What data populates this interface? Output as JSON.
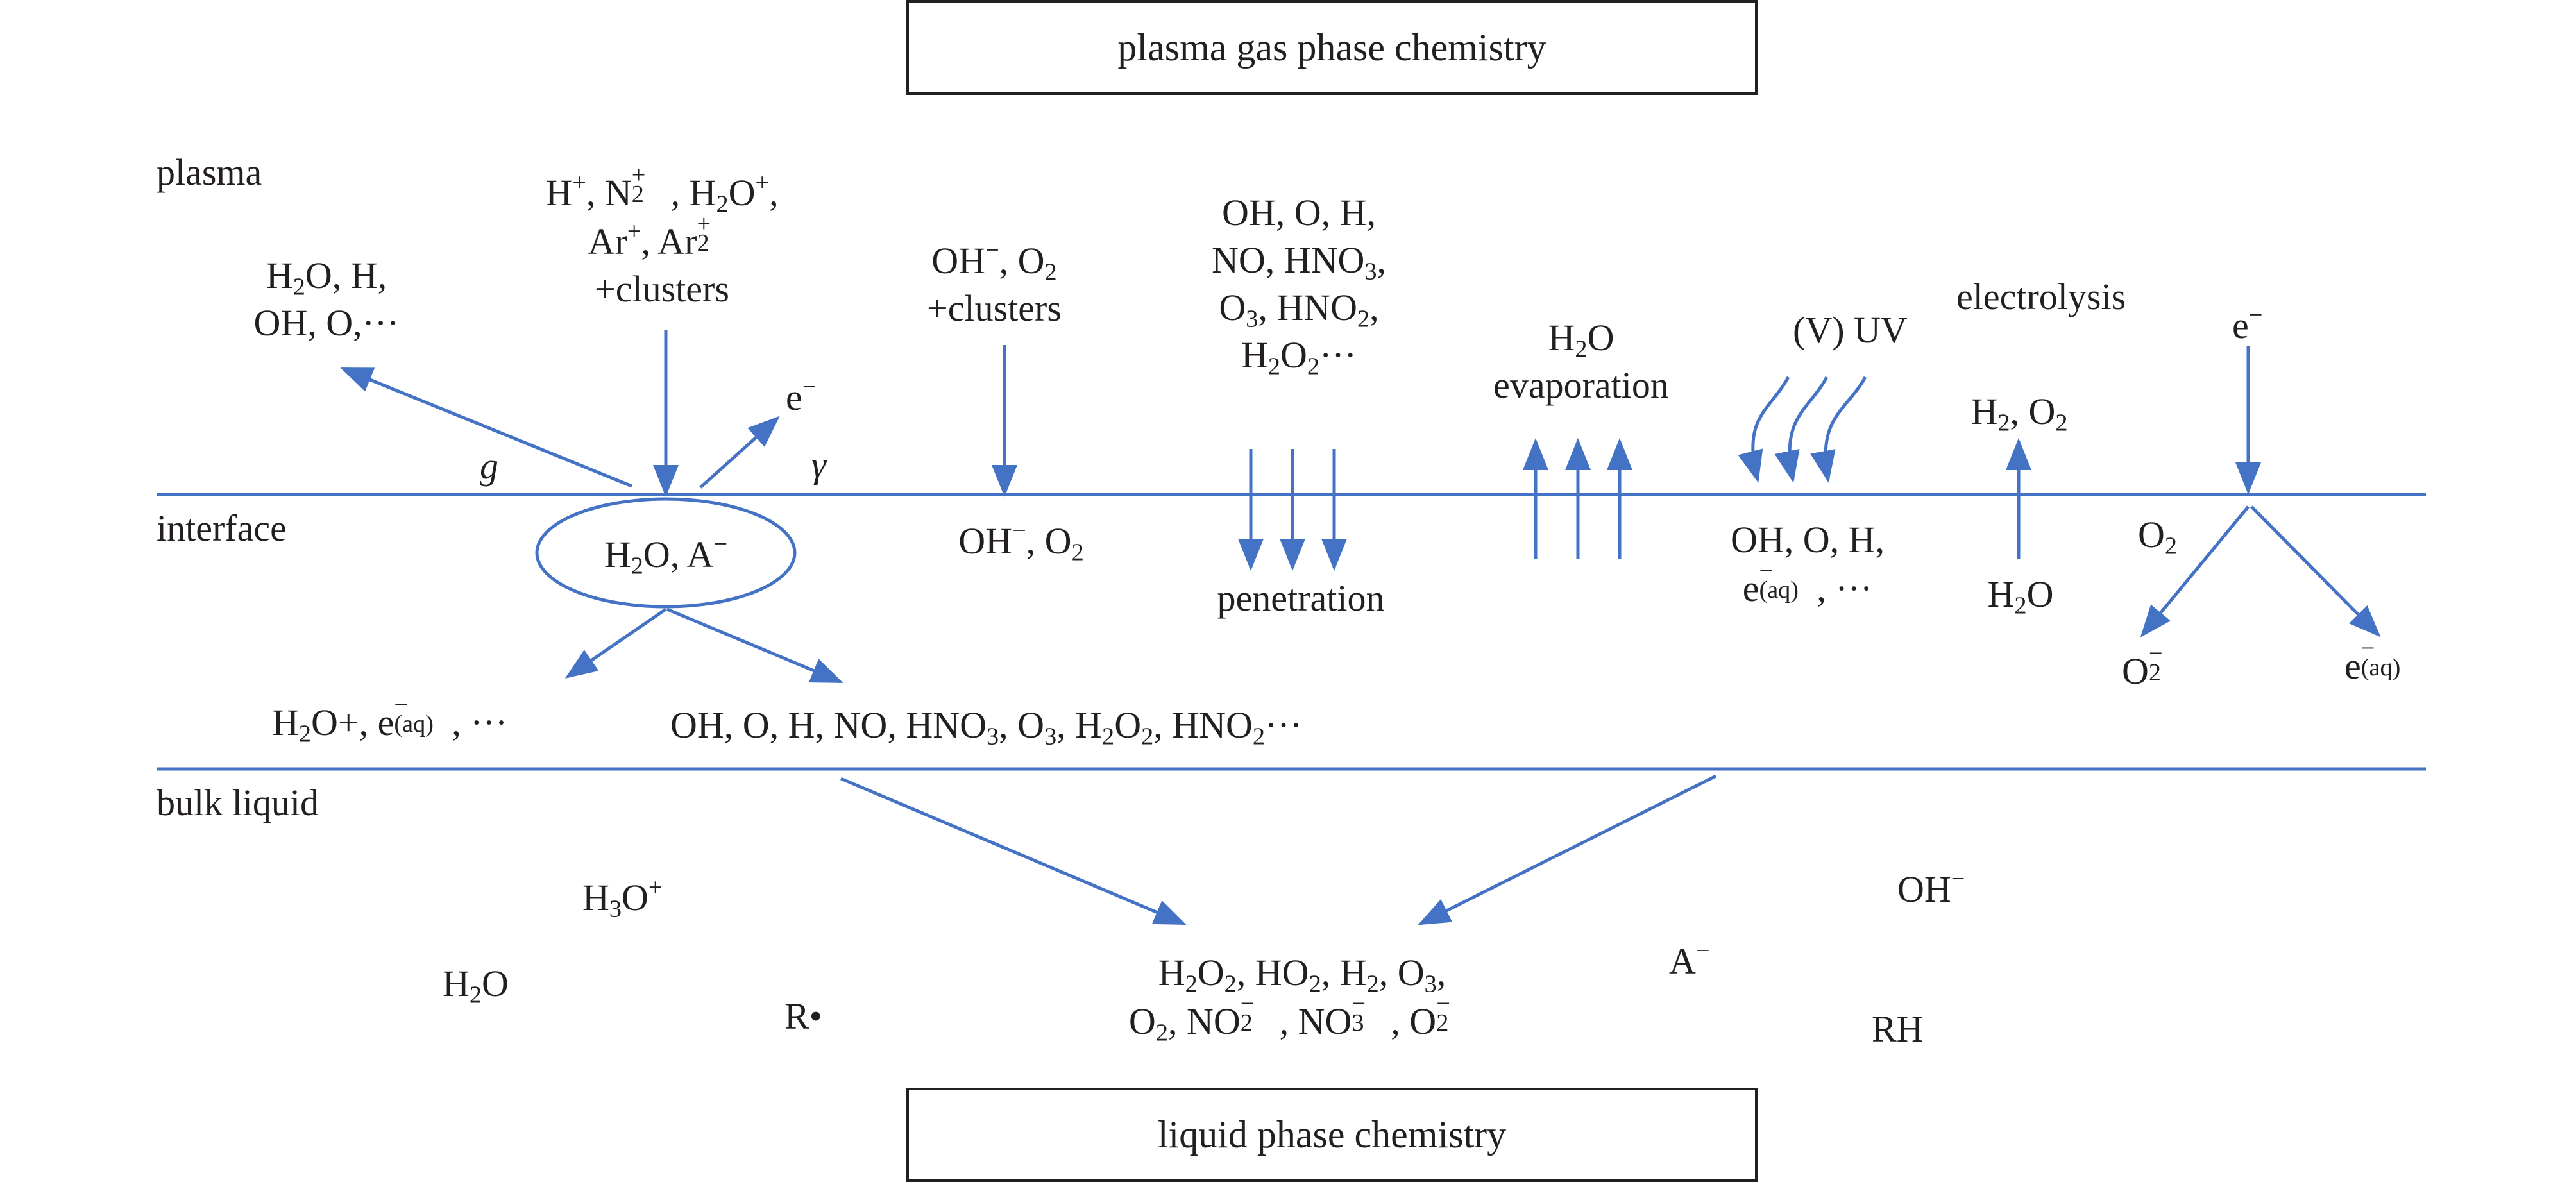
{
  "boxes": {
    "top": "plasma gas phase chemistry",
    "bottom": "liquid phase chemistry"
  },
  "regions": {
    "plasma": "plasma",
    "interface": "interface",
    "bulk_liquid": "bulk liquid"
  },
  "symbols": {
    "g": "g",
    "gamma": "γ",
    "e_minus": "e",
    "minus": "−",
    "plus": "+",
    "aq": "(aq)",
    "two": "2",
    "three": "3",
    "ellipsis": "···",
    "h2o_part": "H",
    "o_part": "O"
  },
  "plasma_species": {
    "left_line1": "H2O, H,",
    "left_line2": "OH, O,···",
    "ions_line1": "H+, N2+, H2O+,",
    "ions_line2": "Ar+, Ar2+",
    "ions_line3": "+clusters",
    "neg_line1": "OH−, O2",
    "neg_line2": "+clusters",
    "neutral_line1": "OH, O, H,",
    "neutral_line2": "NO, HNO3,",
    "neutral_line3": "O3, HNO2,",
    "neutral_line4": "H2O2···",
    "evap_line1": "H2O",
    "evap_line2": "evaporation",
    "uv": "(V) UV",
    "electrolysis": "electrolysis",
    "electrolysis_products": "H2, O2",
    "electron": "e−"
  },
  "interface_species": {
    "ellipse": "H2O, A−",
    "neg": "OH−, O2",
    "penetration": "penetration",
    "uv_line1": "OH, O, H,",
    "uv_line2": "e−(aq), ···",
    "electrolysis_h2o": "H2O",
    "o2": "O2",
    "o2_minus": "O2−",
    "e_aq": "e−(aq)",
    "below_left": "H2O+, e−(aq), ···",
    "below_right": "OH, O, H, NO, HNO3, O3, H2O2, HNO2···"
  },
  "bulk_species": {
    "h3o": "H3O+",
    "h2o": "H2O",
    "r_radical": "R•",
    "products_line1": "H2O2, HO2, H2, O3,",
    "products_line2": "O2, NO2−, NO3−, O2−",
    "a_minus": "A−",
    "oh_minus": "OH−",
    "rh": "RH"
  },
  "colors": {
    "arrow": "#4472c4",
    "text": "#231f20",
    "background": "#ffffff"
  }
}
